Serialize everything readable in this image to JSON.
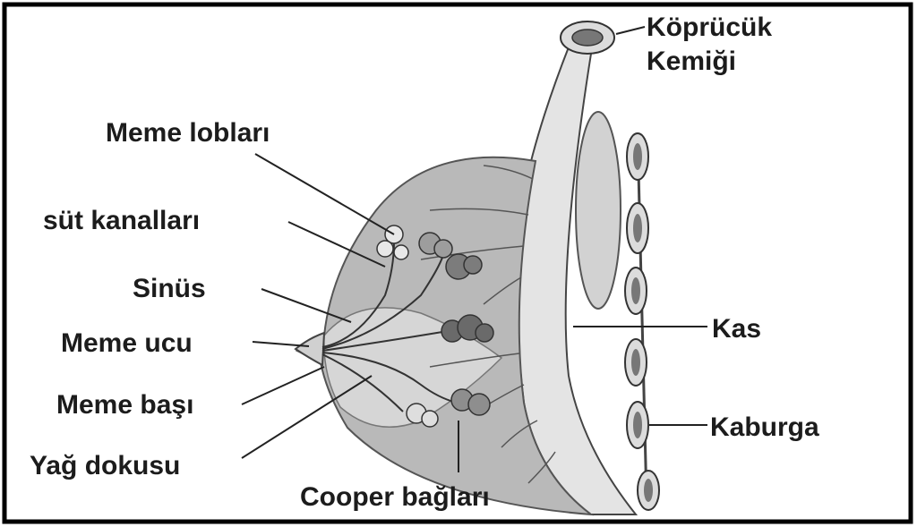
{
  "labels": {
    "kopruck_line1": "Köprücük",
    "kopruck_line2": "Kemiği",
    "meme_loblari": "Meme lobları",
    "sut_kanallari": "süt kanalları",
    "sinus": "Sinüs",
    "meme_ucu": "Meme ucu",
    "meme_basi": "Meme başı",
    "yag_dokusu": "Yağ dokusu",
    "cooper_baglari": "Cooper bağları",
    "kas": "Kas",
    "kaburga": "Kaburga"
  }
}
